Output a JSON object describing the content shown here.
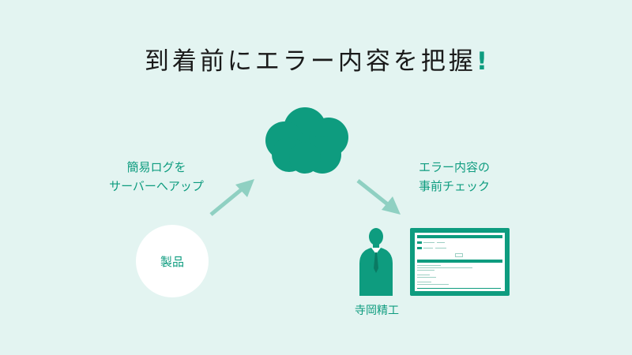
{
  "title": {
    "text": "到着前にエラー内容を把握",
    "mark": "!"
  },
  "left_caption": {
    "line1": "簡易ログを",
    "line2": "サーバーへアップ"
  },
  "right_caption": {
    "line1": "エラー内容の",
    "line2": "事前チェック"
  },
  "product": {
    "label": "製品"
  },
  "person": {
    "label": "寺岡精工"
  },
  "icons": {
    "cloud": "cloud-icon",
    "person": "businessman-icon",
    "screen": "monitor-screen-icon",
    "arrows": "arrow-icon"
  },
  "colors": {
    "background": "#e3f4f1",
    "accent": "#0e9c7f",
    "arrow": "#8fd0c2",
    "title_text": "#1a1a1a"
  }
}
